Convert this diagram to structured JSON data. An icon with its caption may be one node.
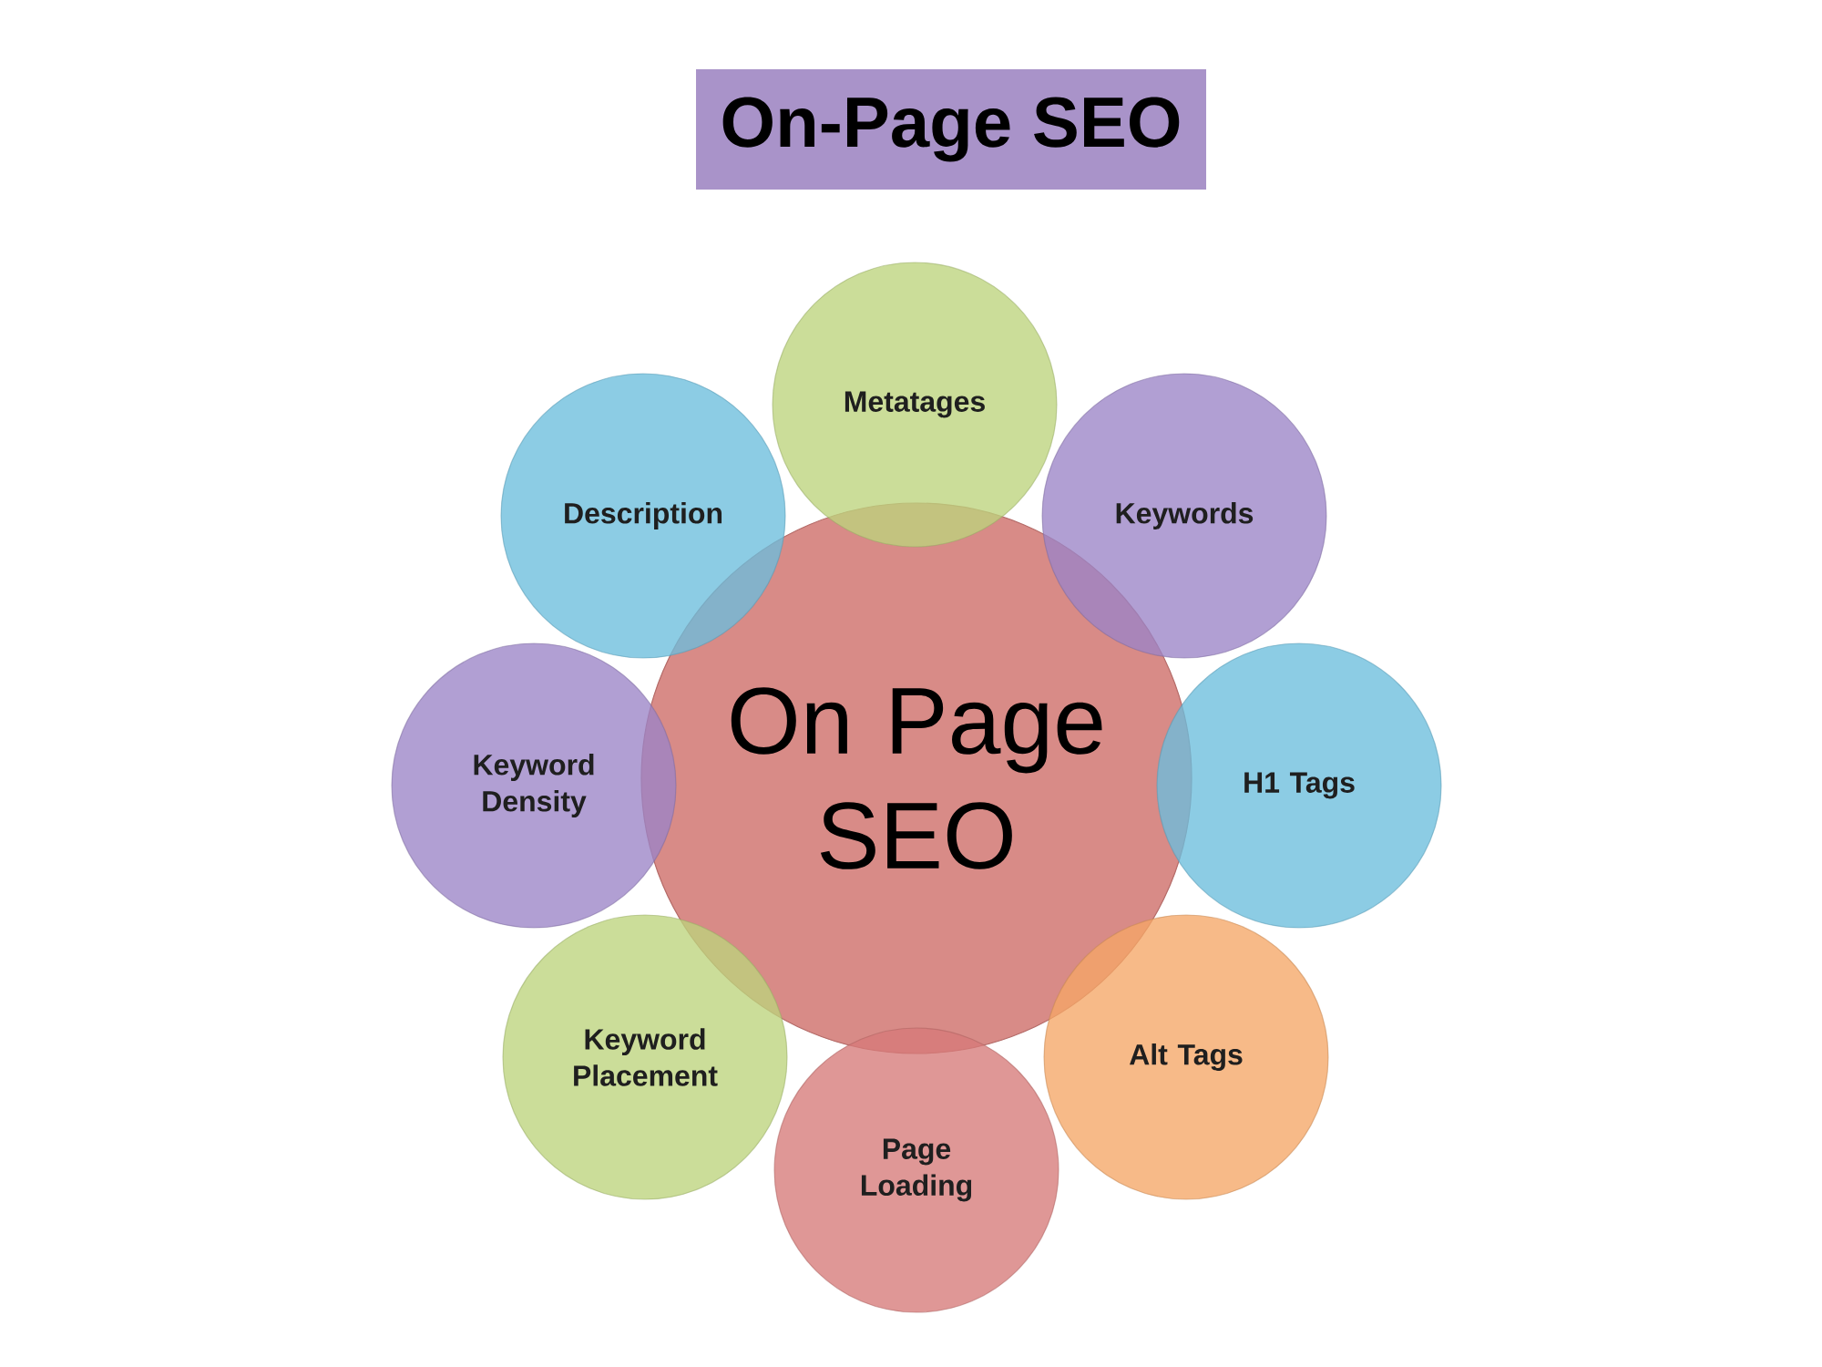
{
  "diagram": {
    "title": "On-Page SEO",
    "nodes": [
      {
        "text": [
          "On Page SEO"
        ]
      },
      {
        "text": [
          "Metatages"
        ]
      },
      {
        "text": [
          "Keywords"
        ]
      },
      {
        "text": [
          "H1 Tags"
        ]
      },
      {
        "text": [
          "Alt Tags"
        ]
      },
      {
        "text": [
          "Page Loading"
        ]
      },
      {
        "text": [
          "Keyword Placement"
        ]
      },
      {
        "text": [
          "Keyword Density"
        ]
      },
      {
        "text": [
          "Description"
        ]
      }
    ]
  }
}
